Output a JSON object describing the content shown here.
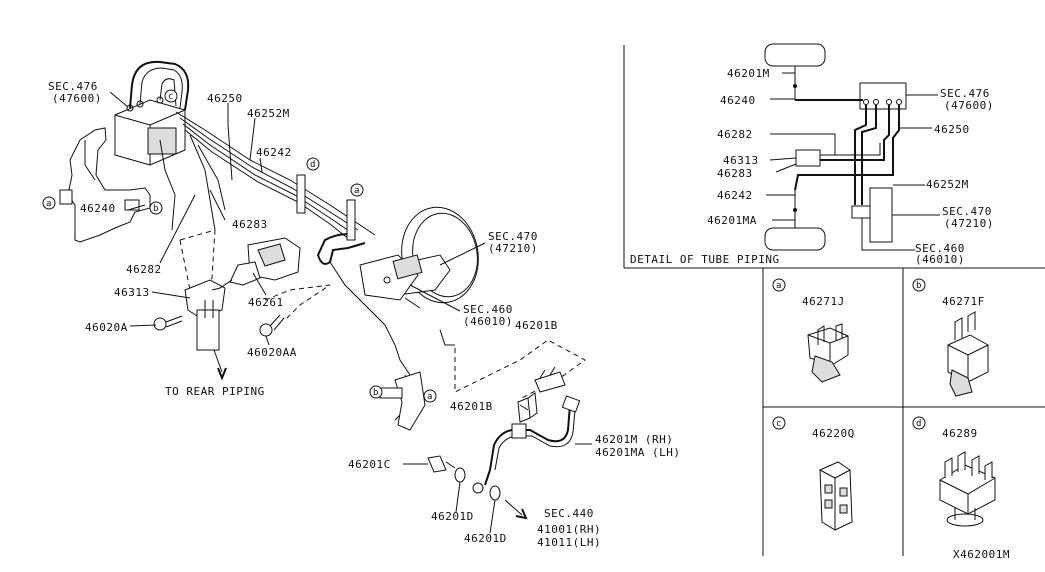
{
  "main_diagram": {
    "labels": {
      "sec476_a": "SEC.476",
      "sec476_b": "(47600)",
      "p46250": "46250",
      "p46252M": "46252M",
      "p46242": "46242",
      "p46240": "46240",
      "p46283": "46283",
      "p46282": "46282",
      "p46313": "46313",
      "p46020A": "46020A",
      "p46261": "46261",
      "p46020AA": "46020AA",
      "rear_piping": "TO REAR PIPING",
      "sec470_a": "SEC.470",
      "sec470_b": "(47210)",
      "sec460_a": "SEC.460",
      "sec460_b": "(46010)",
      "p46201B_1": "46201B",
      "p46201B_2": "46201B",
      "p46201M": "46201M (RH)",
      "p46201MA": "46201MA (LH)",
      "p46201C": "46201C",
      "p46201D_1": "46201D",
      "p46201D_2": "46201D",
      "sec440_a": "SEC.440",
      "sec440_b": "41001(RH)",
      "sec440_c": "41011(LH)"
    },
    "markers": {
      "a": "a",
      "b": "b",
      "c": "c",
      "d": "d"
    }
  },
  "detail": {
    "title": "DETAIL OF TUBE PIPING",
    "labels": {
      "p46201M": "46201M",
      "p46240": "46240",
      "p46282": "46282",
      "p46313": "46313",
      "p46283": "46283",
      "p46242": "46242",
      "p46201MA": "46201MA",
      "sec476_a": "SEC.476",
      "sec476_b": "(47600)",
      "p46250": "46250",
      "p46252M": "46252M",
      "sec470_a": "SEC.470",
      "sec470_b": "(47210)",
      "sec460_a": "SEC.460",
      "sec460_b": "(46010)"
    }
  },
  "clips": [
    {
      "marker": "a",
      "part": "46271J"
    },
    {
      "marker": "b",
      "part": "46271F"
    },
    {
      "marker": "c",
      "part": "46220Q"
    },
    {
      "marker": "d",
      "part": "46289"
    }
  ],
  "drawing_number": "X462001M"
}
